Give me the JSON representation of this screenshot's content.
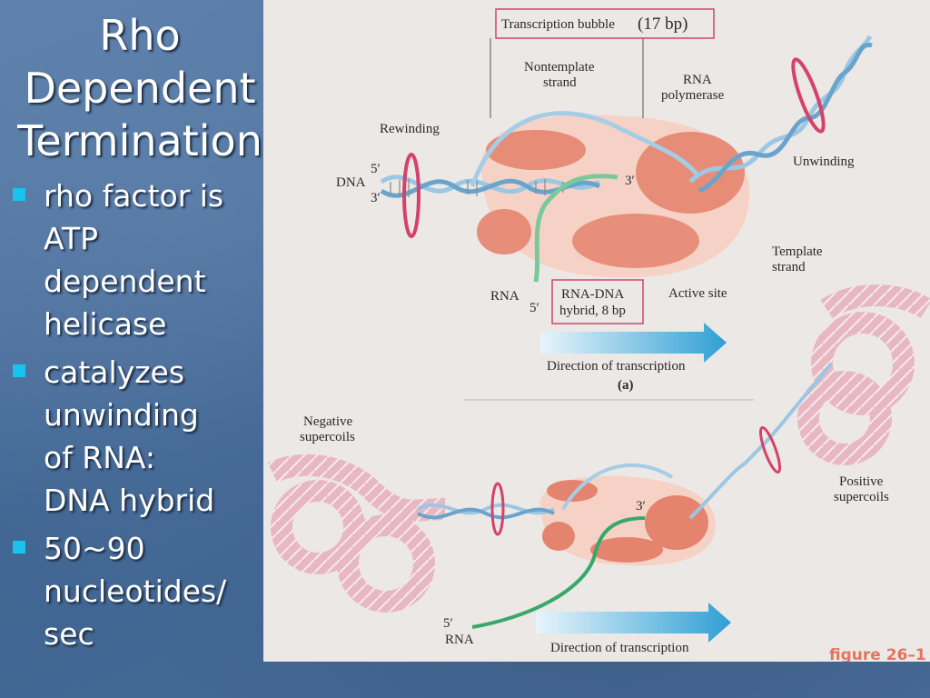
{
  "slide": {
    "title_lines": [
      "Rho",
      "Dependent",
      "Termination"
    ],
    "bullets": [
      {
        "lines": [
          "rho factor is",
          "ATP",
          "dependent",
          "helicase"
        ]
      },
      {
        "lines": [
          "catalyzes",
          "unwinding",
          "of RNA:",
          "DNA hybrid"
        ]
      },
      {
        "lines": [
          "50~90",
          "nucleotides/",
          "sec"
        ]
      }
    ],
    "colors": {
      "bullet": "#19c3f0",
      "accent_box": "#d4426a"
    }
  },
  "figure": {
    "labels": {
      "transcription_bubble": "Transcription bubble",
      "bubble_size": "(17 bp)",
      "nontemplate_1": "Nontemplate",
      "nontemplate_2": "strand",
      "rna_polymerase_1": "RNA",
      "rna_polymerase_2": "polymerase",
      "rewinding": "Rewinding",
      "unwinding": "Unwinding",
      "dna": "DNA",
      "five_prime": "5′",
      "three_prime": "3′",
      "template_1": "Template",
      "template_2": "strand",
      "rna": "RNA",
      "hybrid_1": "RNA-DNA",
      "hybrid_2": "hybrid, 8 bp",
      "active_site": "Active site",
      "direction": "Direction of transcription",
      "panel_a": "(a)",
      "negative_1": "Negative",
      "negative_2": "supercoils",
      "positive_1": "Positive",
      "positive_2": "supercoils",
      "figure_number": "figure 26–1"
    }
  }
}
